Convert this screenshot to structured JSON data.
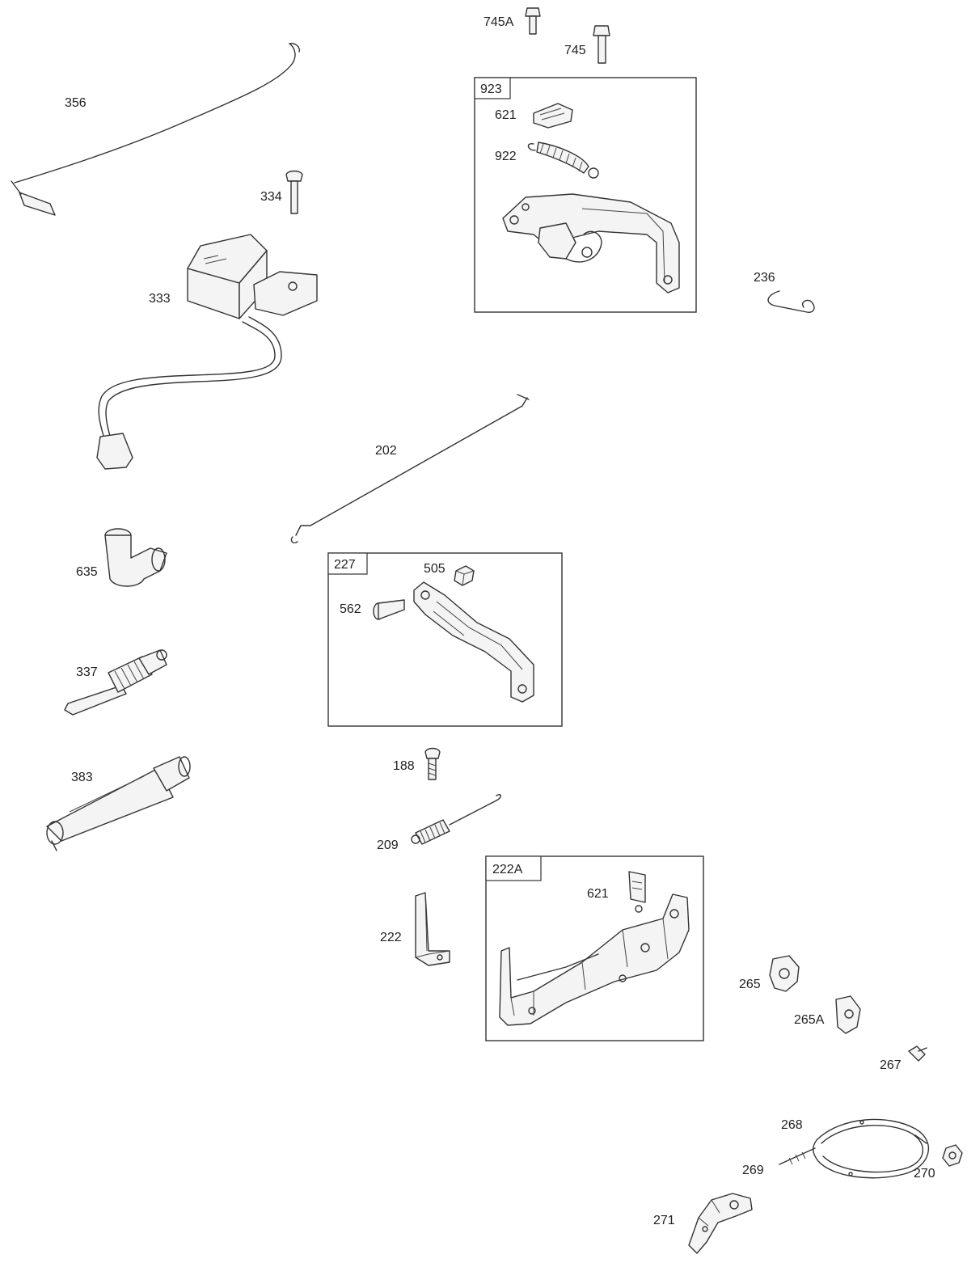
{
  "labels": {
    "p745a": "745A",
    "p745": "745",
    "p923": "923",
    "p621a": "621",
    "p922": "922",
    "p356": "356",
    "p334": "334",
    "p333": "333",
    "p236": "236",
    "p202": "202",
    "p635": "635",
    "p227": "227",
    "p505": "505",
    "p562": "562",
    "p337": "337",
    "p383": "383",
    "p188": "188",
    "p209": "209",
    "p222a": "222A",
    "p621b": "621",
    "p222": "222",
    "p265": "265",
    "p265a": "265A",
    "p267": "267",
    "p268": "268",
    "p269": "269",
    "p270": "270",
    "p271": "271"
  }
}
